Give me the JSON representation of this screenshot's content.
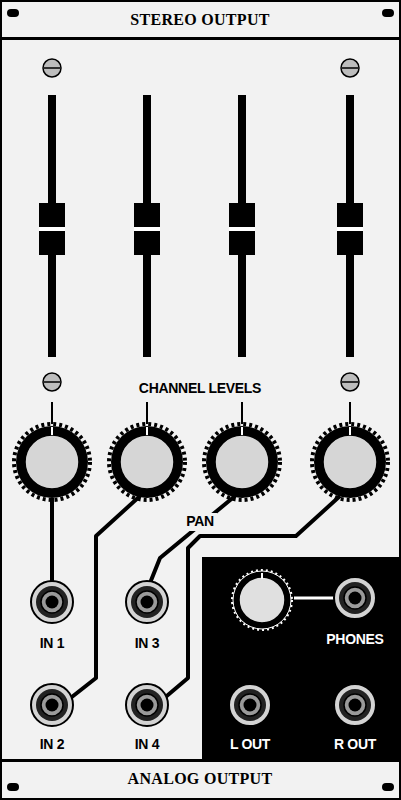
{
  "diagram": {
    "title": "STEREO OUTPUT",
    "caption": "ANALOG OUTPUT",
    "nodes": [
      {
        "text": [
          "PHONES",
          "L OUT",
          "R OUT"
        ]
      }
    ],
    "labels": [
      "CHANNEL LEVELS",
      "PAN",
      "IN 1",
      "IN 3",
      "IN 2",
      "IN 4"
    ]
  }
}
